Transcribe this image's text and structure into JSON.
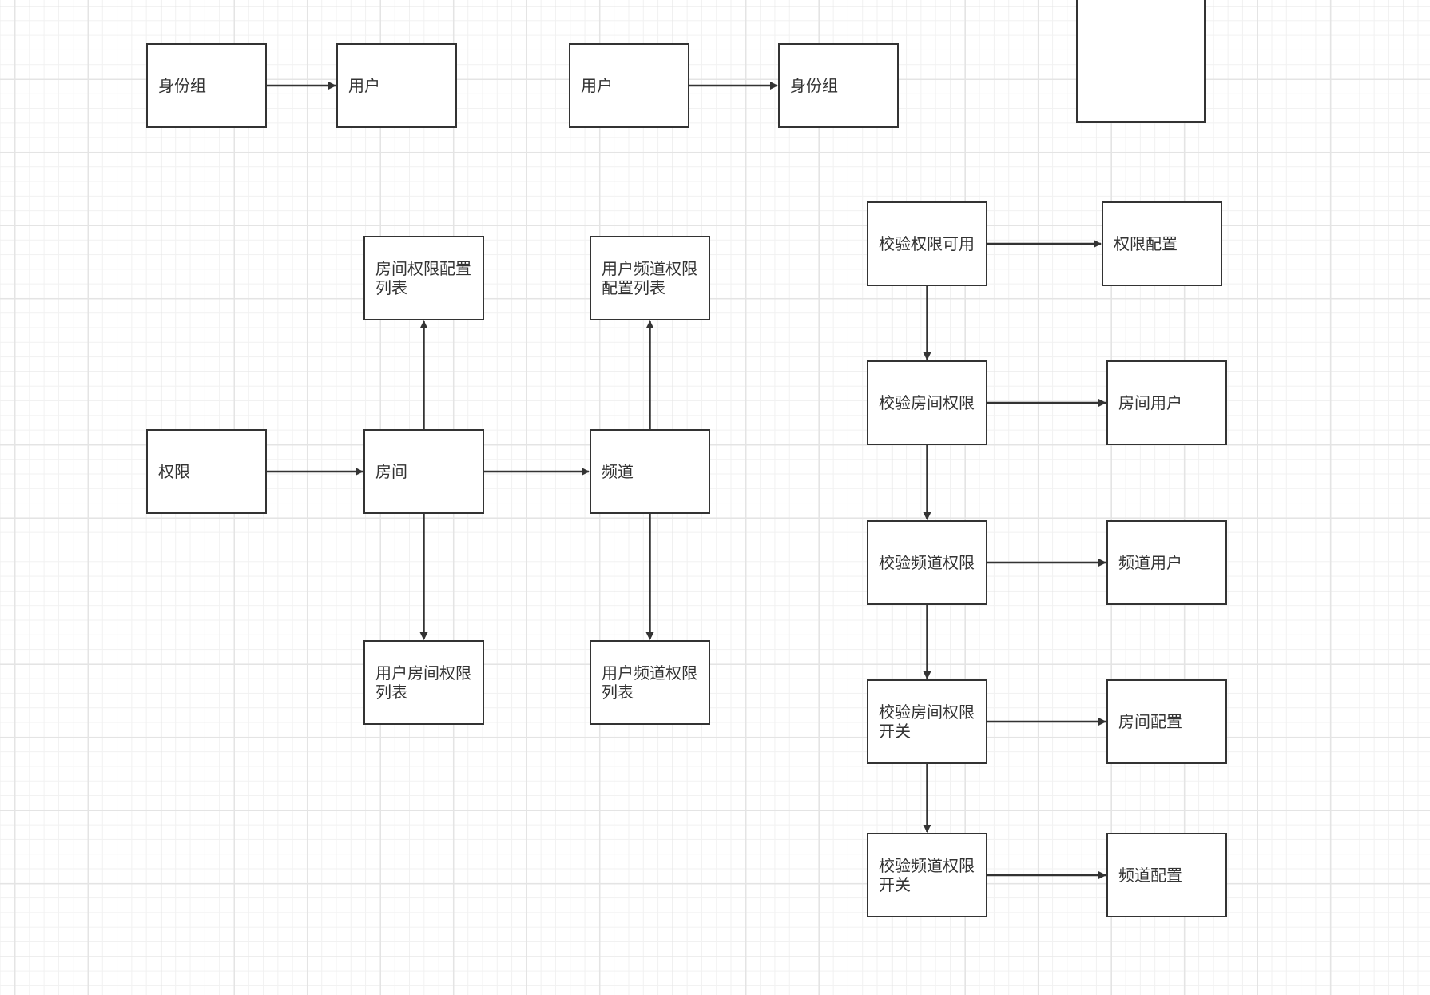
{
  "colors": {
    "stroke": "#333333",
    "text": "#333333",
    "background": "#ffffff",
    "grid_major": "#e4e4e4",
    "grid_minor": "#f1f1f1"
  },
  "nodes": {
    "group_a": "身份组",
    "user_a": "用户",
    "user_b": "用户",
    "group_b": "身份组",
    "empty_box": "",
    "perm": "权限",
    "room": "房间",
    "channel": "频道",
    "room_perm_cfg_list": "房间权限配置\n列表",
    "user_room_perm_list": "用户房间权限\n列表",
    "user_chan_perm_cfg_list": "用户频道权限\n配置列表",
    "user_chan_perm_list": "用户频道权限\n列表",
    "check_perm_avail": "校验权限可用",
    "check_room_perm": "校验房间权限",
    "check_chan_perm": "校验频道权限",
    "check_room_switch": "校验房间权限\n开关",
    "check_chan_switch": "校验频道权限\n开关",
    "perm_cfg": "权限配置",
    "room_user": "房间用户",
    "chan_user": "频道用户",
    "room_cfg": "房间配置",
    "chan_cfg": "频道配置"
  },
  "edges": [
    [
      "group_a",
      "user_a"
    ],
    [
      "user_b",
      "group_b"
    ],
    [
      "perm",
      "room"
    ],
    [
      "room",
      "channel"
    ],
    [
      "room",
      "room_perm_cfg_list"
    ],
    [
      "room",
      "user_room_perm_list"
    ],
    [
      "channel",
      "user_chan_perm_cfg_list"
    ],
    [
      "channel",
      "user_chan_perm_list"
    ],
    [
      "check_perm_avail",
      "perm_cfg"
    ],
    [
      "check_perm_avail",
      "check_room_perm"
    ],
    [
      "check_room_perm",
      "room_user"
    ],
    [
      "check_room_perm",
      "check_chan_perm"
    ],
    [
      "check_chan_perm",
      "chan_user"
    ],
    [
      "check_chan_perm",
      "check_room_switch"
    ],
    [
      "check_room_switch",
      "room_cfg"
    ],
    [
      "check_room_switch",
      "check_chan_switch"
    ],
    [
      "check_chan_switch",
      "chan_cfg"
    ]
  ]
}
